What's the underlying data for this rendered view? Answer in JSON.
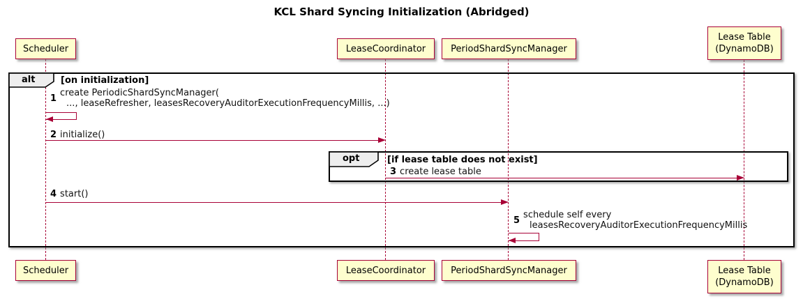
{
  "diagram": {
    "type": "sequence-diagram",
    "title": "KCL Shard Syncing Initialization (Abridged)",
    "participants": [
      {
        "id": "scheduler",
        "label": "Scheduler"
      },
      {
        "id": "lease-coordinator",
        "label": "LeaseCoordinator"
      },
      {
        "id": "period-shard-sync-manager",
        "label": "PeriodShardSyncManager"
      },
      {
        "id": "lease-table",
        "label_line1": "Lease Table",
        "label_line2": "(DynamoDB)"
      }
    ],
    "frames": {
      "alt": {
        "operator": "alt",
        "condition": "[on initialization]"
      },
      "opt": {
        "operator": "opt",
        "condition": "[if lease table does not exist]"
      }
    },
    "messages": [
      {
        "number": "1",
        "line1": "create PeriodicShardSyncManager(",
        "line2": "..., leaseRefresher, leasesRecoveryAuditorExecutionFrequencyMillis, ...)",
        "from": "Scheduler",
        "to": "Scheduler",
        "kind": "self"
      },
      {
        "number": "2",
        "text": "initialize()",
        "from": "Scheduler",
        "to": "LeaseCoordinator",
        "kind": "sync"
      },
      {
        "number": "3",
        "text": "create lease table",
        "from": "LeaseCoordinator",
        "to": "Lease Table (DynamoDB)",
        "kind": "sync"
      },
      {
        "number": "4",
        "text": "start()",
        "from": "Scheduler",
        "to": "PeriodShardSyncManager",
        "kind": "sync"
      },
      {
        "number": "5",
        "line1": "schedule self every",
        "line2": "leasesRecoveryAuditorExecutionFrequencyMillis",
        "from": "PeriodShardSyncManager",
        "to": "PeriodShardSyncManager",
        "kind": "self"
      }
    ],
    "colors": {
      "participant_fill": "#FEFECE",
      "participant_border": "#A80036",
      "lifeline": "#A80036",
      "arrow": "#A80036",
      "frame_border": "#000000",
      "frame_label_fill": "#EEEEEE",
      "text": "#000000",
      "background": "#FFFFFF"
    }
  }
}
